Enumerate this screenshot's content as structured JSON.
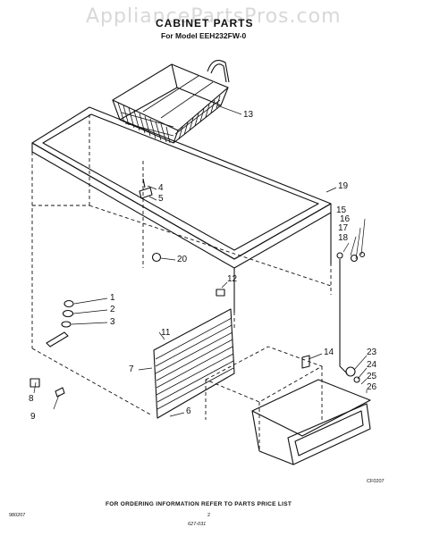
{
  "watermark": "AppliancePartsPros.com",
  "header": {
    "title": "CABINET PARTS",
    "subtitle": "For Model EEH232FW-0"
  },
  "parts": [
    {
      "id": "13",
      "label": "13"
    },
    {
      "id": "19",
      "label": "19"
    },
    {
      "id": "4",
      "label": "4"
    },
    {
      "id": "5",
      "label": "5"
    },
    {
      "id": "20",
      "label": "20"
    },
    {
      "id": "15",
      "label": "15"
    },
    {
      "id": "16",
      "label": "16"
    },
    {
      "id": "17",
      "label": "17"
    },
    {
      "id": "18",
      "label": "18"
    },
    {
      "id": "12",
      "label": "12"
    },
    {
      "id": "1",
      "label": "1"
    },
    {
      "id": "2",
      "label": "2"
    },
    {
      "id": "3",
      "label": "3"
    },
    {
      "id": "11",
      "label": "11"
    },
    {
      "id": "7",
      "label": "7"
    },
    {
      "id": "14",
      "label": "14"
    },
    {
      "id": "8",
      "label": "8"
    },
    {
      "id": "9",
      "label": "9"
    },
    {
      "id": "6",
      "label": "6"
    },
    {
      "id": "23",
      "label": "23"
    },
    {
      "id": "24",
      "label": "24"
    },
    {
      "id": "25",
      "label": "25"
    },
    {
      "id": "26",
      "label": "26"
    }
  ],
  "figure_code": "CF0207",
  "footer": {
    "instruction": "FOR ORDERING INFORMATION REFER TO PARTS PRICE LIST",
    "left_code": "980207",
    "page": "2",
    "handwritten": "627-031"
  }
}
